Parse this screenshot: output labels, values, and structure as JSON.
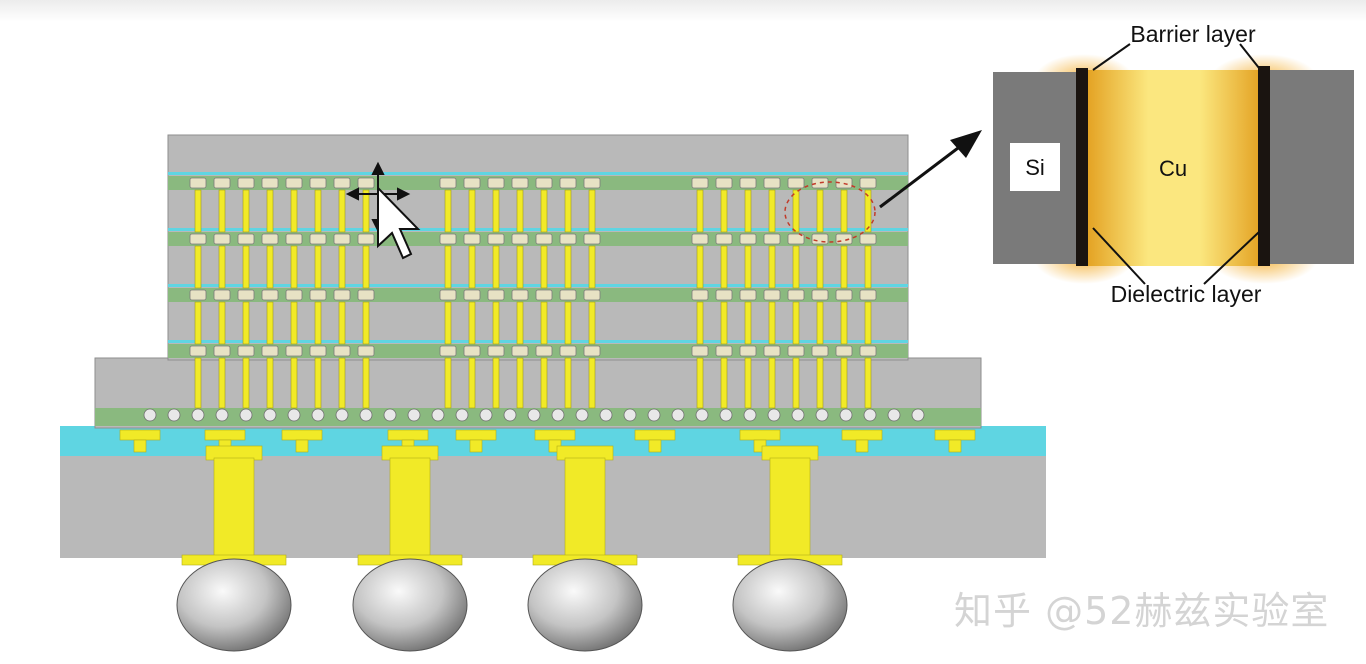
{
  "diagram": {
    "callout_title": "Barrier layer",
    "callout_bottom": "Dielectric layer",
    "left_material": "Si",
    "center_material": "Cu",
    "watermark": "知乎 @52赫兹实验室"
  },
  "colors": {
    "die_gray": "#b9b9b9",
    "interconnect_green": "#8ab97f",
    "cyan": "#5fd5e2",
    "copper_yellow": "#f1ea27",
    "solder_ball": "#c8c8c8"
  }
}
